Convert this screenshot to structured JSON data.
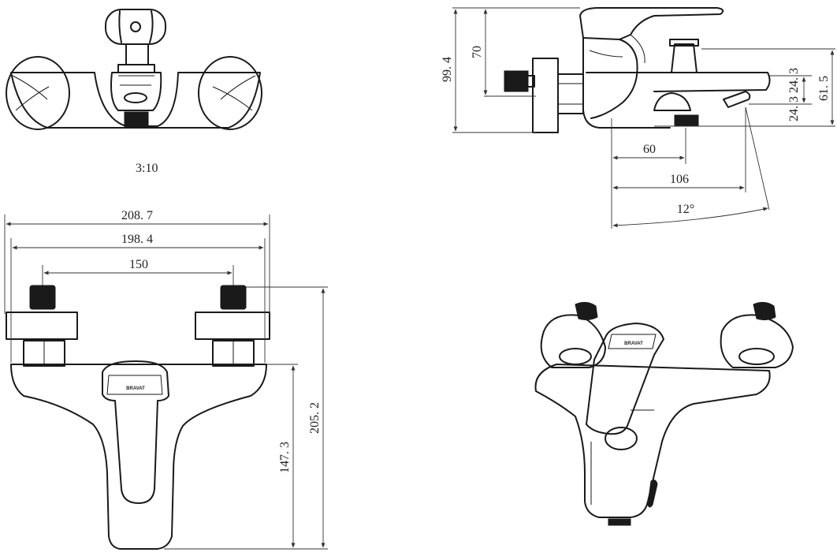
{
  "scale": "3:10",
  "dimensions": {
    "total_width": "208. 7",
    "outer_width": "198. 4",
    "centers": "150",
    "total_height": "205. 2",
    "spout_height": "147. 3",
    "side_height": "99. 4",
    "upper_height": "70",
    "right_height": "61. 5",
    "spout_drop": "24. 3",
    "outlet_60": "60",
    "outlet_106": "106",
    "angle": "12°"
  },
  "brand_mark": "BRAVAT"
}
